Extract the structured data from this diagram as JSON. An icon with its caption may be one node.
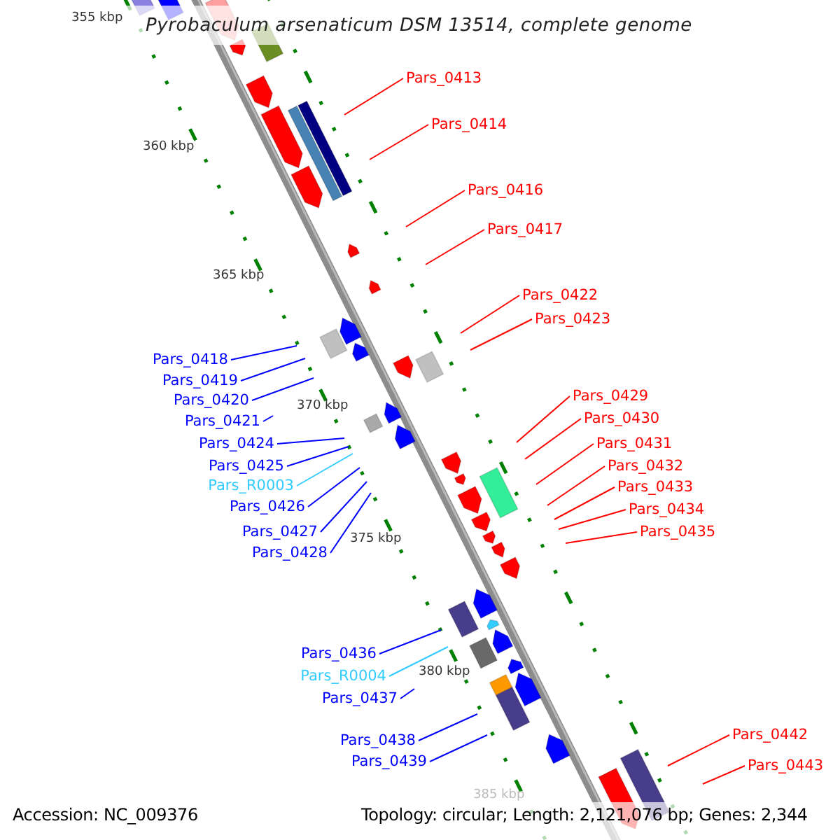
{
  "diagram": {
    "title": "Pyrobaculum arsenaticum DSM 13514, complete genome",
    "nodes": [
      {
        "text": [
          "Pars_0413"
        ]
      },
      {
        "text": [
          "Pars_0414"
        ]
      },
      {
        "text": [
          "Pars_0416"
        ]
      },
      {
        "text": [
          "Pars_0417"
        ]
      },
      {
        "text": [
          "Pars_0422"
        ]
      },
      {
        "text": [
          "Pars_0423"
        ]
      },
      {
        "text": [
          "Pars_0418"
        ]
      },
      {
        "text": [
          "Pars_0419"
        ]
      },
      {
        "text": [
          "Pars_0429"
        ]
      },
      {
        "text": [
          "Pars_0420"
        ]
      },
      {
        "text": [
          "Pars_0430"
        ]
      },
      {
        "text": [
          "Pars_0421"
        ]
      },
      {
        "text": [
          "Pars_0424"
        ]
      },
      {
        "text": [
          "Pars_0431"
        ]
      },
      {
        "text": [
          "Pars_0425"
        ]
      },
      {
        "text": [
          "Pars_0432"
        ]
      },
      {
        "text": [
          "Pars_R0003"
        ]
      },
      {
        "text": [
          "Pars_0433"
        ]
      },
      {
        "text": [
          "Pars_0426"
        ]
      },
      {
        "text": [
          "Pars_0434"
        ]
      },
      {
        "text": [
          "Pars_0427"
        ]
      },
      {
        "text": [
          "Pars_0435"
        ]
      },
      {
        "text": [
          "Pars_0428"
        ]
      },
      {
        "text": [
          "Pars_0436"
        ]
      },
      {
        "text": [
          "Pars_R0004"
        ]
      },
      {
        "text": [
          "Pars_0437"
        ]
      },
      {
        "text": [
          "Pars_0442"
        ]
      },
      {
        "text": [
          "Pars_0438"
        ]
      },
      {
        "text": [
          "Pars_0439"
        ]
      },
      {
        "text": [
          "Pars_0443"
        ]
      }
    ],
    "edges": [
      {
        "from": 0,
        "to": null,
        "arrow": "none"
      },
      {
        "from": 1,
        "to": null,
        "arrow": "none"
      },
      {
        "from": 2,
        "to": null,
        "arrow": "none"
      },
      {
        "from": 3,
        "to": null,
        "arrow": "none"
      },
      {
        "from": 4,
        "to": null,
        "arrow": "none"
      },
      {
        "from": 5,
        "to": null,
        "arrow": "none"
      },
      {
        "from": 6,
        "to": null,
        "arrow": "none",
        "color": "#0000ff"
      },
      {
        "from": 7,
        "to": null,
        "arrow": "none",
        "color": "#0000ff"
      },
      {
        "from": 8,
        "to": null,
        "arrow": "none"
      },
      {
        "from": 9,
        "to": null,
        "arrow": "none",
        "color": "#0000ff"
      },
      {
        "from": 10,
        "to": null,
        "arrow": "none"
      },
      {
        "from": 11,
        "to": null,
        "arrow": "none",
        "color": "#0000ff"
      },
      {
        "from": 12,
        "to": null,
        "arrow": "none",
        "color": "#0000ff"
      },
      {
        "from": 13,
        "to": null,
        "arrow": "none"
      },
      {
        "from": 14,
        "to": null,
        "arrow": "none",
        "color": "#0000ff"
      },
      {
        "from": 15,
        "to": null,
        "arrow": "none"
      },
      {
        "from": 16,
        "to": null,
        "arrow": "none",
        "color": "#33ccff"
      },
      {
        "from": 17,
        "to": null,
        "arrow": "none"
      },
      {
        "from": 18,
        "to": null,
        "arrow": "none",
        "color": "#0000ff"
      },
      {
        "from": 19,
        "to": null,
        "arrow": "none"
      },
      {
        "from": 20,
        "to": null,
        "arrow": "none",
        "color": "#0000ff"
      },
      {
        "from": 21,
        "to": null,
        "arrow": "none"
      },
      {
        "from": 22,
        "to": null,
        "arrow": "none",
        "color": "#0000ff"
      },
      {
        "from": 23,
        "to": null,
        "arrow": "none",
        "color": "#0000ff"
      },
      {
        "from": 24,
        "to": null,
        "arrow": "none",
        "color": "#33ccff"
      },
      {
        "from": 25,
        "to": null,
        "arrow": "none",
        "color": "#0000ff"
      },
      {
        "from": 26,
        "to": null,
        "arrow": "none"
      },
      {
        "from": 27,
        "to": null,
        "arrow": "none",
        "color": "#0000ff"
      },
      {
        "from": 28,
        "to": null,
        "arrow": "none",
        "color": "#0000ff"
      },
      {
        "from": 29,
        "to": null,
        "arrow": "none"
      }
    ],
    "labels": [
      "355 kbp",
      "360 kbp",
      "365 kbp",
      "370 kbp",
      "375 kbp",
      "380 kbp",
      "385 kbp",
      "Accession: NC_009376",
      "Topology: circular; Length: 2,121,076 bp; Genes: 2,344"
    ]
  }
}
